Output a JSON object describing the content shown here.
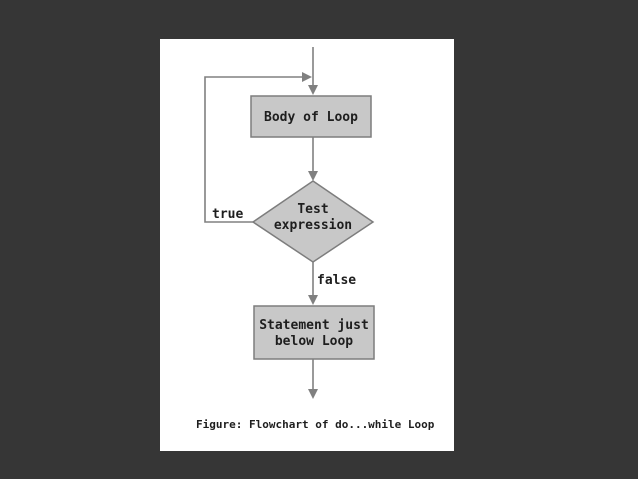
{
  "diagram": {
    "nodes": {
      "body": {
        "label": "Body of Loop"
      },
      "test": {
        "line1": "Test",
        "line2": "expression"
      },
      "after": {
        "line1": "Statement just",
        "line2": "below Loop"
      }
    },
    "edges": {
      "true_label": "true",
      "false_label": "false"
    },
    "caption": "Figure: Flowchart of do...while Loop",
    "colors": {
      "node_fill": "#c8c8c8",
      "node_stroke": "#7d7d7d",
      "line": "#808080",
      "background": "#363636",
      "card": "#ffffff"
    }
  }
}
